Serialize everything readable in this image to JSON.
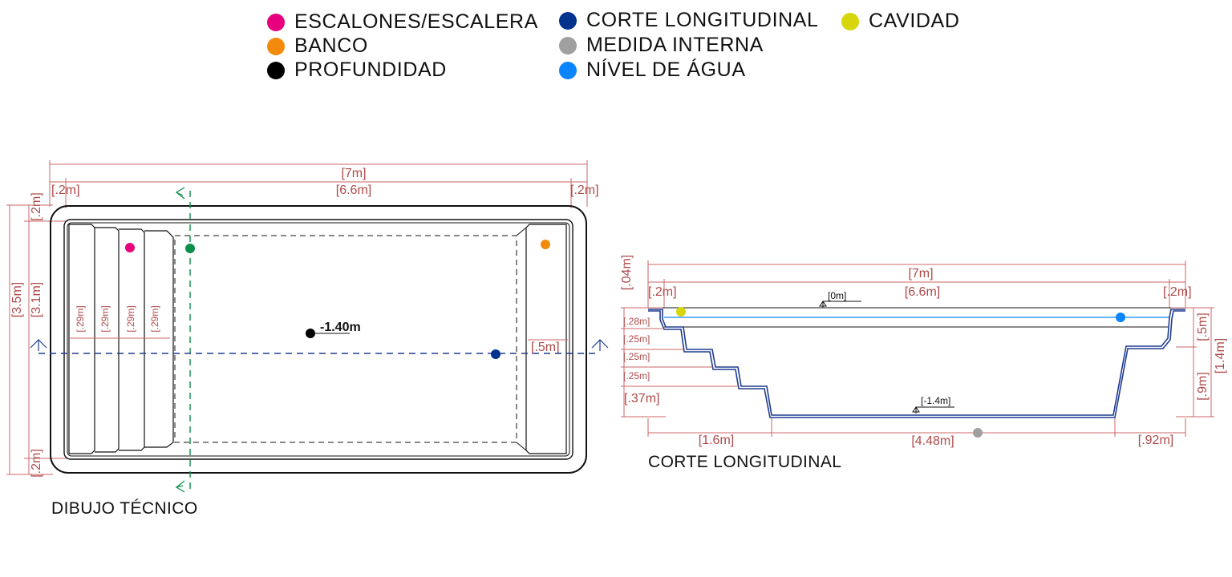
{
  "legend": {
    "items": [
      {
        "label": "ESCALONES/ESCALERA",
        "color": "#e6007e"
      },
      {
        "label": "BANCO",
        "color": "#f28b0c"
      },
      {
        "label": "PROFUNDIDAD",
        "color": "#000000"
      },
      {
        "label": "CORTE LONGITUDINAL",
        "color": "#00338d"
      },
      {
        "label": "MEDIDA INTERNA",
        "color": "#a0a0a0"
      },
      {
        "label": "NÍVEL DE ÁGUA",
        "color": "#0a84ff"
      },
      {
        "label": "CAVIDAD",
        "color": "#d6d60a"
      }
    ]
  },
  "plan": {
    "caption": "DIBUJO TÉCNICO",
    "dim_total_width": "[7m]",
    "dim_inner_width": "[6.6m]",
    "dim_left_border": "[.2m]",
    "dim_right_border": "[.2m]",
    "dim_total_height": "[3.5m]",
    "dim_inner_height": "[3.1m]",
    "dim_top_border": "[.2m]",
    "dim_bottom_border": "[.2m]",
    "step_widths": [
      "[.29m]",
      "[.29m]",
      "[.29m]",
      "[.29m]"
    ],
    "bench_width": "[.5m]",
    "depth_label": "-1.40m"
  },
  "section": {
    "caption": "CORTE LONGITUDINAL",
    "dim_total_width": "[7m]",
    "dim_inner_width": "[6.6m]",
    "dim_left_border": "[.2m]",
    "dim_right_border": "[.2m]",
    "dim_rim_height": "[.04m]",
    "level_top": "[0m]",
    "level_bottom": "[-1.4m]",
    "left_heights": [
      "[.28m]",
      "[.25m]",
      "[.25m]",
      "[.25m]",
      "[.37m]"
    ],
    "right_bench_depth": "[.5m]",
    "right_lower_depth": "[.9m]",
    "right_total_depth": "[1.4m]",
    "bottom_left": "[1.6m]",
    "bottom_floor": "[4.48m]",
    "bottom_right": "[.92m]"
  },
  "colors": {
    "dimension": "#b04a4a",
    "outline": "#111111",
    "section_line": "#1f3c8f",
    "water": "#0a84ff",
    "cut_plane": "#0a8f4a"
  }
}
